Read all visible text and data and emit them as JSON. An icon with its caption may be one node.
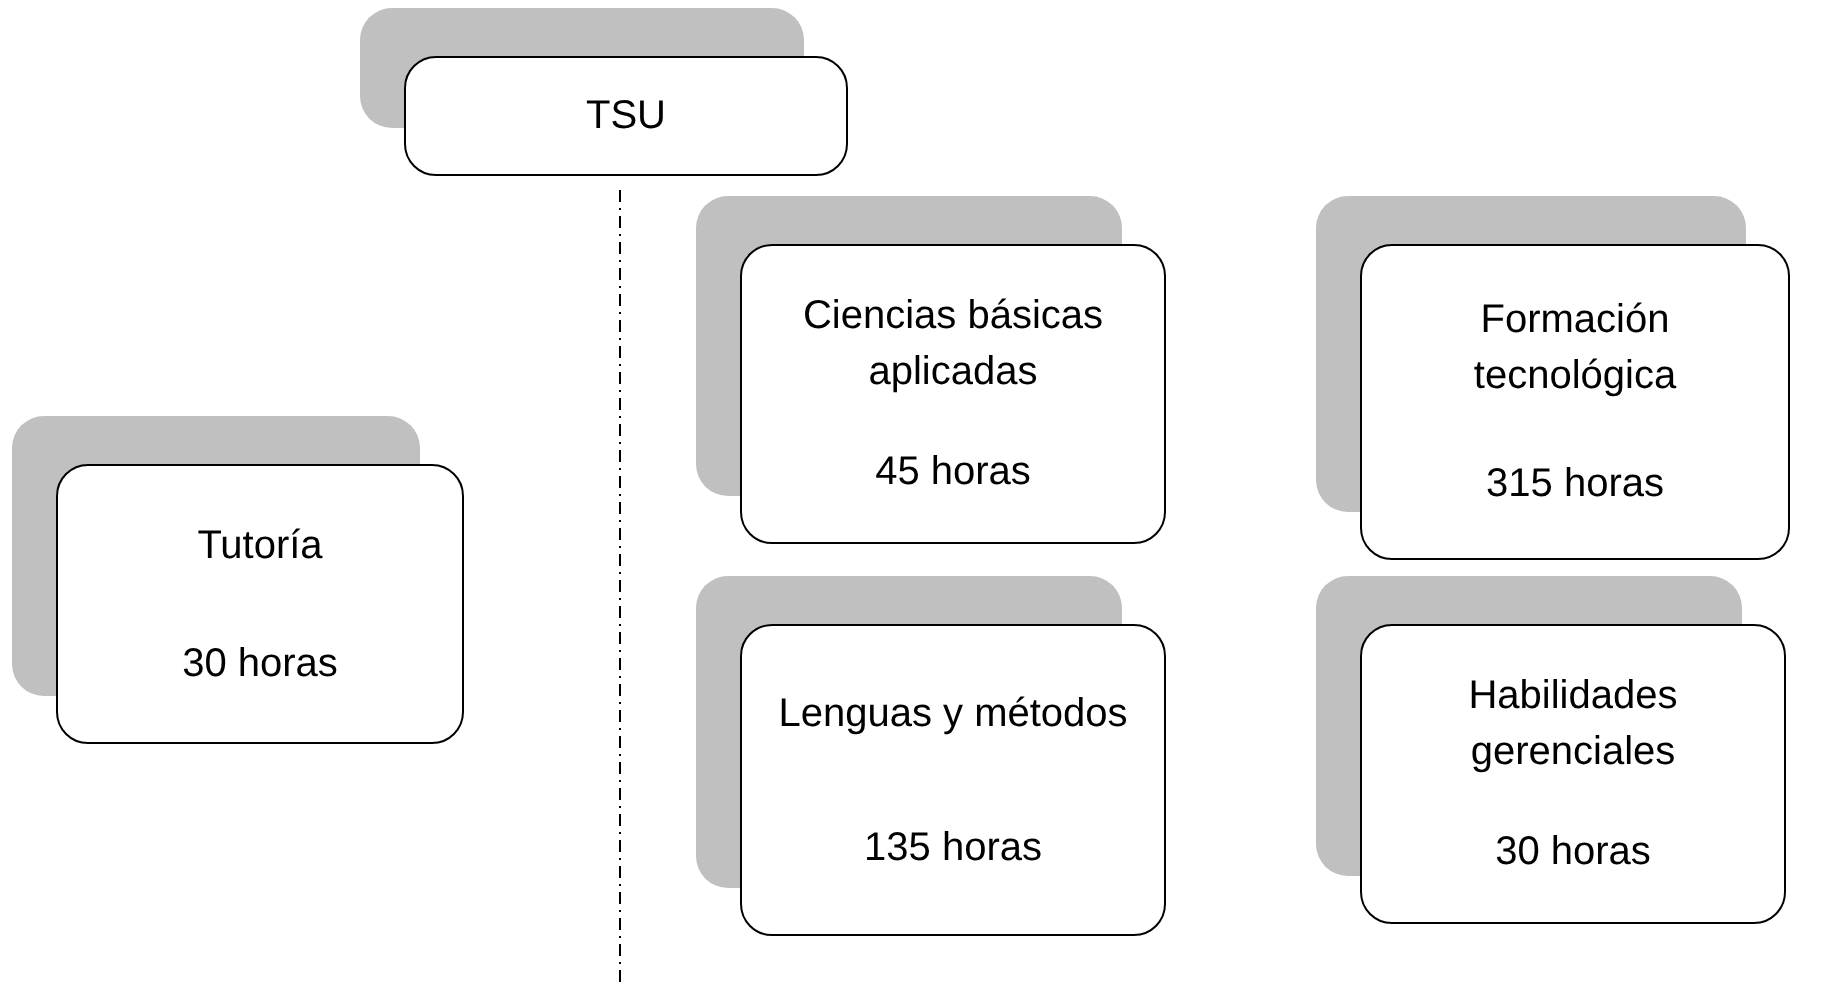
{
  "diagram": {
    "nodes": [
      {
        "text": [
          "TSU"
        ]
      },
      {
        "text": [
          "Tutoría",
          "30 horas"
        ]
      },
      {
        "text": [
          "Ciencias básicas aplicadas",
          "45 horas"
        ]
      },
      {
        "text": [
          "Formación tecnológica",
          "315 horas"
        ]
      },
      {
        "text": [
          "Lenguas y métodos",
          "135 horas"
        ]
      },
      {
        "text": [
          "Habilidades gerenciales",
          "30 horas"
        ]
      }
    ],
    "edges": []
  }
}
